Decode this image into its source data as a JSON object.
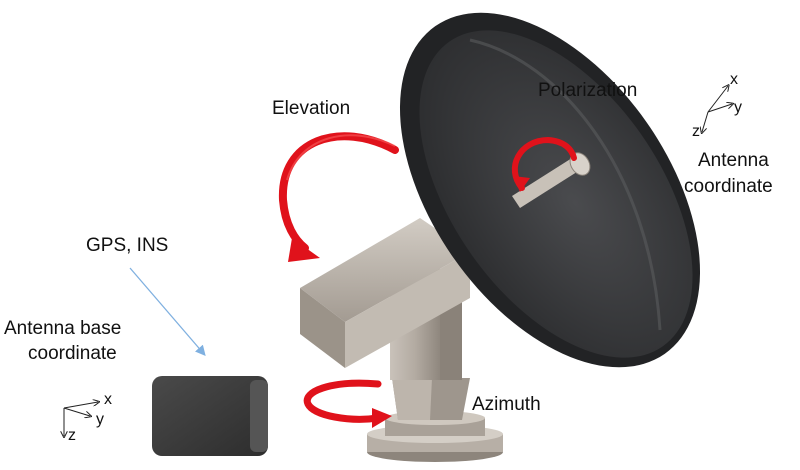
{
  "labels": {
    "elevation": "Elevation",
    "polarization": "Polarization",
    "gps_ins": "GPS, INS",
    "antenna_base_line1": "Antenna base",
    "antenna_base_line2": "coordinate",
    "antenna_coord_line1": "Antenna",
    "antenna_coord_line2": "coordinate",
    "azimuth": "Azimuth"
  },
  "base_axes": {
    "x": "x",
    "y": "y",
    "z": "z"
  },
  "antenna_axes": {
    "x": "x",
    "y": "y",
    "z": "z"
  },
  "colors": {
    "rotation_arrow": "#e0121b",
    "dish": "#3b3c3e",
    "mount": "#b5ada4",
    "box": "#3a3a3a",
    "pointer": "#7fb0e0"
  }
}
